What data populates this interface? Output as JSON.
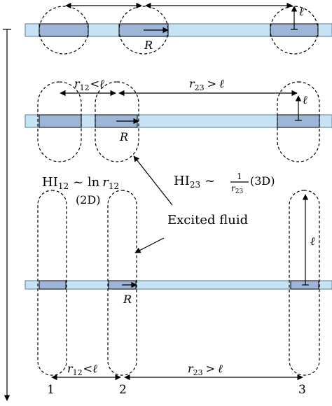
{
  "labels": {
    "ell": "ℓ",
    "R": "R",
    "r12": "r",
    "r12_sub": "12",
    "r23": "r",
    "r23_sub": "23",
    "lt": "<",
    "gt": ">",
    "hi12_prefix": "HI",
    "hi12_sub": "12",
    "hi12_rel": "~ ln",
    "hi12_r": "r",
    "hi12_rsub": "12",
    "hi12_dim": "(2D)",
    "hi23_prefix": "HI",
    "hi23_sub": "23",
    "hi23_rel": "~",
    "hi23_num": "1",
    "hi23_den": "r",
    "hi23_den_sub": "23",
    "hi23_dim": "(3D)",
    "excited": "Excited fluid",
    "p1": "1",
    "p2": "2",
    "p3": "3"
  },
  "colors": {
    "band": "#c6e3f4",
    "block": "#9db6d8",
    "stroke": "#000000"
  }
}
